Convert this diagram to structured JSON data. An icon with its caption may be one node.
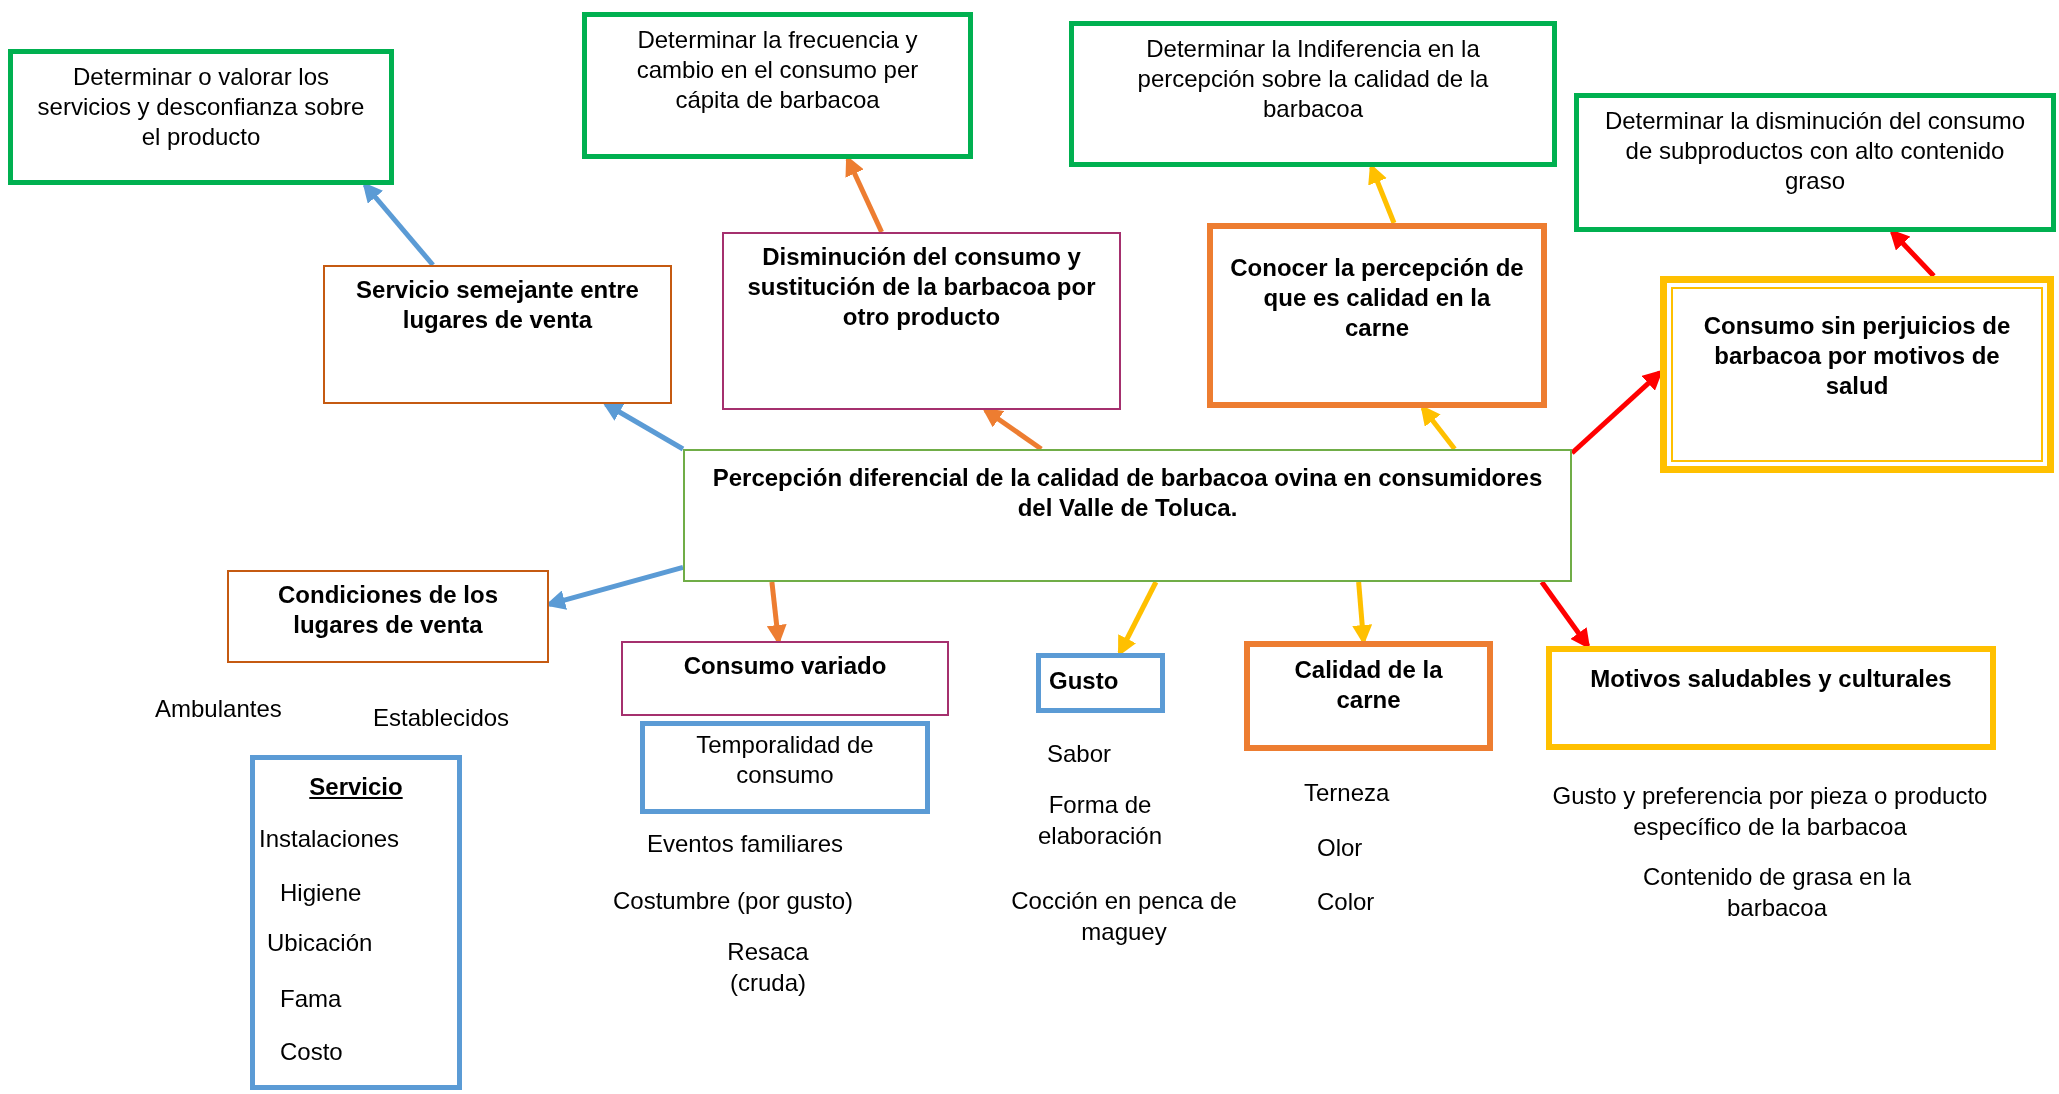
{
  "diagram": {
    "nodes": [
      {
        "text": [
          "Percepción diferencial de la calidad de barbacoa ovina en consumidores del Valle de Toluca."
        ]
      },
      {
        "text": [
          "Determinar o valorar los servicios y desconfianza sobre el producto"
        ]
      },
      {
        "text": [
          "Servicio semejante entre lugares de venta"
        ]
      },
      {
        "text": [
          "Determinar la frecuencia y cambio en el consumo per cápita de barbacoa"
        ]
      },
      {
        "text": [
          "Disminución del consumo y sustitución de la barbacoa por otro producto"
        ]
      },
      {
        "text": [
          "Determinar la Indiferencia en la percepción sobre la calidad de la barbacoa"
        ]
      },
      {
        "text": [
          "Conocer la percepción de que es calidad en la carne"
        ]
      },
      {
        "text": [
          "Determinar la disminución del consumo de subproductos con alto contenido graso"
        ]
      },
      {
        "text": [
          "Consumo sin perjuicios de barbacoa por motivos de salud"
        ]
      },
      {
        "text": [
          "Condiciones de los lugares de venta"
        ]
      },
      {
        "text": [
          "Consumo variado"
        ]
      },
      {
        "text": [
          "Temporalidad de consumo"
        ]
      },
      {
        "text": [
          "Gusto"
        ]
      },
      {
        "text": [
          "Calidad de la carne"
        ]
      },
      {
        "text": [
          "Motivos saludables y culturales"
        ]
      },
      {
        "text": [
          "Servicio",
          "Instalaciones",
          "Higiene",
          "Ubicación",
          "Fama",
          "Costo"
        ]
      }
    ],
    "edges": [
      {
        "from": 0,
        "to": 2,
        "arrow": "to",
        "color": "#5b9bd5"
      },
      {
        "from": 2,
        "to": 1,
        "arrow": "to",
        "color": "#5b9bd5"
      },
      {
        "from": 0,
        "to": 4,
        "arrow": "to",
        "color": "#ed7d31"
      },
      {
        "from": 4,
        "to": 3,
        "arrow": "to",
        "color": "#ed7d31"
      },
      {
        "from": 0,
        "to": 6,
        "arrow": "to",
        "color": "#ffc000"
      },
      {
        "from": 6,
        "to": 5,
        "arrow": "to",
        "color": "#ffc000"
      },
      {
        "from": 0,
        "to": 8,
        "arrow": "to",
        "color": "#ff0000"
      },
      {
        "from": 8,
        "to": 7,
        "arrow": "to",
        "color": "#ff0000"
      },
      {
        "from": 0,
        "to": 9,
        "arrow": "to",
        "color": "#5b9bd5"
      },
      {
        "from": 0,
        "to": 10,
        "arrow": "to",
        "color": "#ed7d31"
      },
      {
        "from": 0,
        "to": 12,
        "arrow": "to",
        "color": "#ffc000"
      },
      {
        "from": 0,
        "to": 13,
        "arrow": "to",
        "color": "#ffc000"
      },
      {
        "from": 0,
        "to": 14,
        "arrow": "to",
        "color": "#ff0000"
      }
    ],
    "labels": [
      "Ambulantes",
      "Establecidos",
      "Eventos familiares",
      "Costumbre (por gusto)",
      "Resaca (cruda)",
      "Sabor",
      "Forma de elaboración",
      "Cocción en penca de maguey",
      "Terneza",
      "Olor",
      "Color",
      "Gusto y preferencia por pieza o producto específico de la barbacoa",
      "Contenido de grasa en la barbacoa"
    ]
  }
}
